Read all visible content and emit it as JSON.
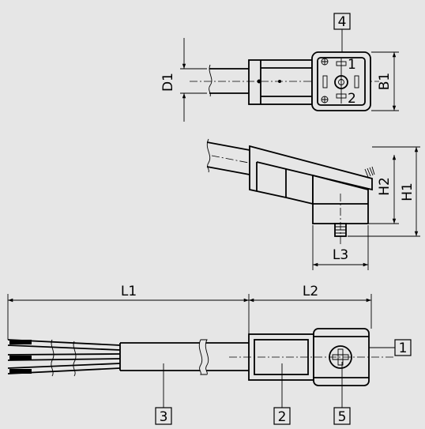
{
  "dimensions": {
    "d1": "D1",
    "b1": "B1",
    "h1": "H1",
    "h2": "H2",
    "l1": "L1",
    "l2": "L2",
    "l3": "L3"
  },
  "callouts": {
    "c1": "1",
    "c2": "2",
    "c3": "3",
    "c4": "4",
    "c5": "5"
  },
  "pins": {
    "p1": "1",
    "p2": "2"
  }
}
